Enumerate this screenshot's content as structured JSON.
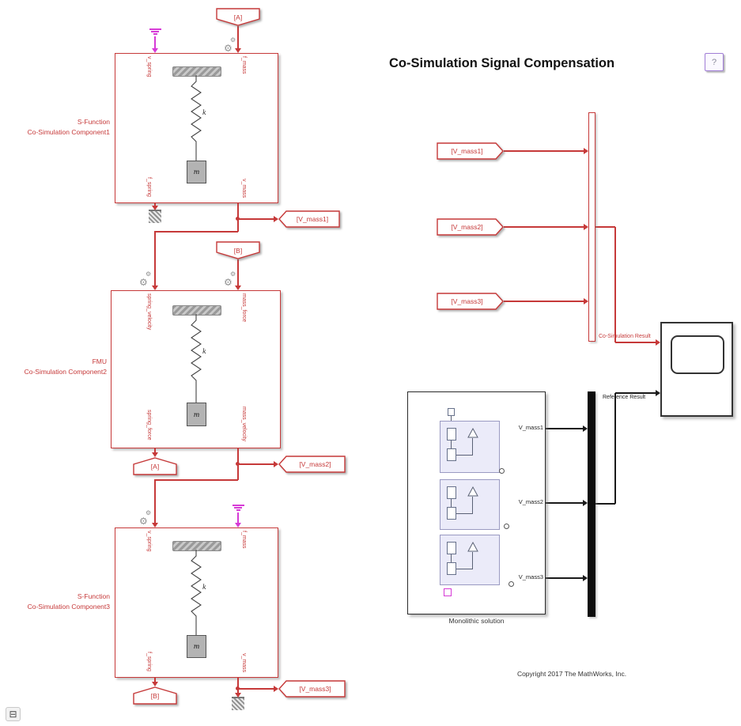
{
  "colors": {
    "red": "#c63939",
    "magenta": "#d63ad6",
    "lavender": "#ebebf9"
  },
  "title": "Co-Simulation Signal Compensation",
  "help_label": "?",
  "copyright": "Copyright 2017 The MathWorks, Inc.",
  "icons": {
    "gear": "⚙",
    "collapse": "⊟"
  },
  "components": {
    "comp1": {
      "name_line1": "S-Function",
      "name_line2": "Co-Simulation Component1",
      "ports": {
        "top_left": "v_spring",
        "top_right": "f_mass",
        "bottom_left": "f_spring",
        "bottom_right": "v_mass"
      },
      "spring": "k",
      "mass": "m"
    },
    "comp2": {
      "name_line1": "FMU",
      "name_line2": "Co-Simulation Component2",
      "ports": {
        "top_left": "spring_velocity",
        "top_right": "mass_force",
        "bottom_left": "spring_force",
        "bottom_right": "mass_velocity"
      },
      "spring": "k",
      "mass": "m"
    },
    "comp3": {
      "name_line1": "S-Function",
      "name_line2": "Co-Simulation Component3",
      "ports": {
        "top_left": "v_spring",
        "top_right": "f_mass",
        "bottom_left": "f_spring",
        "bottom_right": "v_mass"
      },
      "spring": "k",
      "mass": "m"
    }
  },
  "tags": {
    "from_a": "[A]",
    "from_b": "[B]",
    "goto_a": "[A]",
    "goto_b": "[B]",
    "goto_vmass1": "[V_mass1]",
    "goto_vmass2": "[V_mass2]",
    "goto_vmass3": "[V_mass3]",
    "from_vmass1": "[V_mass1]",
    "from_vmass2": "[V_mass2]",
    "from_vmass3": "[V_mass3]"
  },
  "labels": {
    "cosim_result": "Co-Simulation Result",
    "reference_result": "Reference Result",
    "monolithic": "Monolithic solution",
    "mono_out1": "V_mass1",
    "mono_out2": "V_mass2",
    "mono_out3": "V_mass3"
  }
}
